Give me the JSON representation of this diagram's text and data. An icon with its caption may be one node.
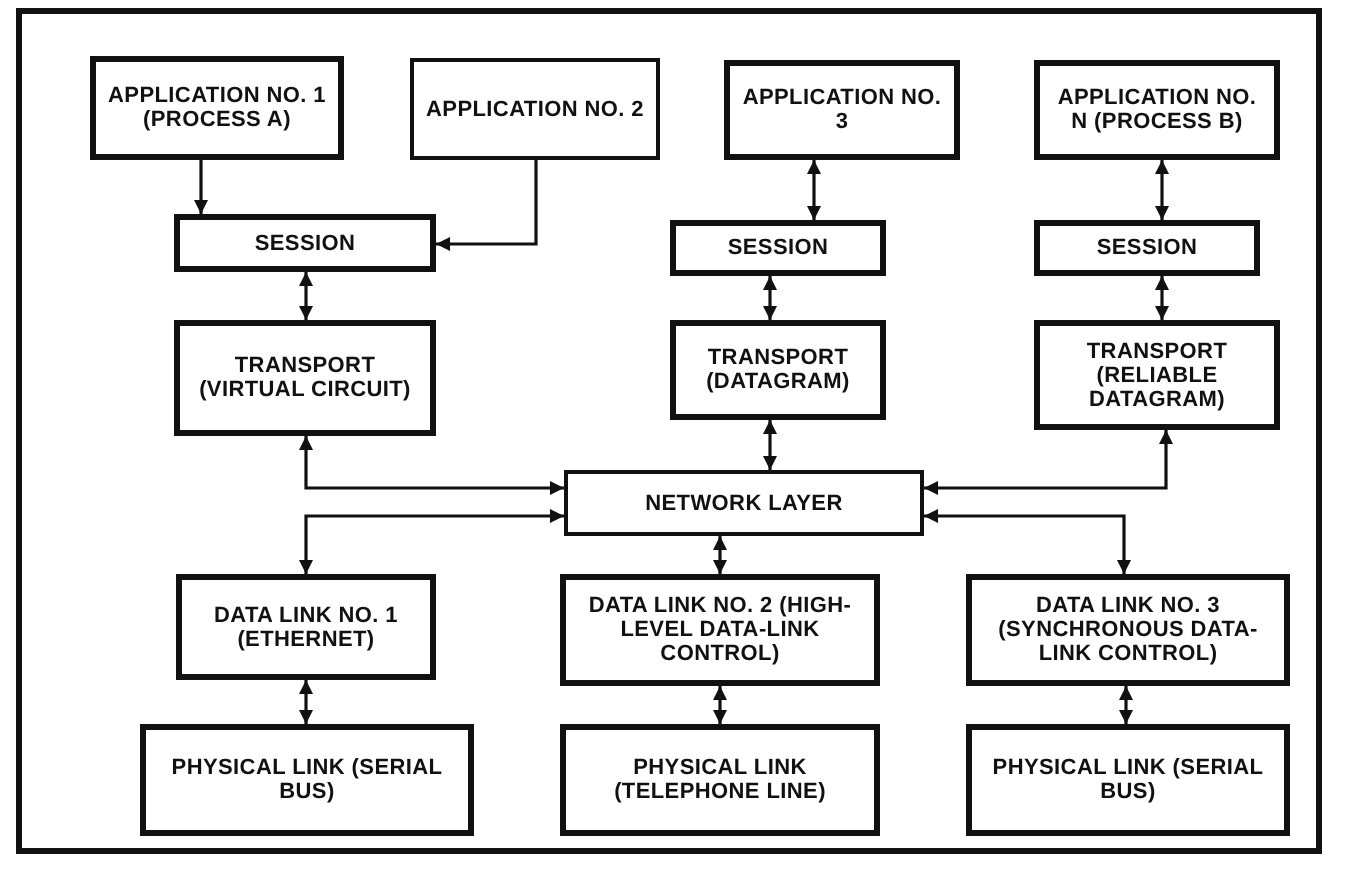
{
  "diagram": {
    "nodes": [
      {
        "text": [
          "APPLICATION NO. 1 (PROCESS A)"
        ]
      },
      {
        "text": [
          "APPLICATION NO. 2"
        ]
      },
      {
        "text": [
          "APPLICATION NO. 3"
        ]
      },
      {
        "text": [
          "APPLICATION NO. N (PROCESS B)"
        ]
      },
      {
        "text": [
          "SESSION"
        ]
      },
      {
        "text": [
          "SESSION"
        ]
      },
      {
        "text": [
          "SESSION"
        ]
      },
      {
        "text": [
          "TRANSPORT (VIRTUAL CIRCUIT)"
        ]
      },
      {
        "text": [
          "TRANSPORT (DATAGRAM)"
        ]
      },
      {
        "text": [
          "TRANSPORT (RELIABLE DATAGRAM)"
        ]
      },
      {
        "text": [
          "NETWORK LAYER"
        ]
      },
      {
        "text": [
          "DATA LINK NO. 1 (ETHERNET)"
        ]
      },
      {
        "text": [
          "DATA LINK NO. 2 (HIGH-LEVEL DATA-LINK CONTROL)"
        ]
      },
      {
        "text": [
          "DATA LINK NO. 3 (SYNCHRONOUS DATA-LINK CONTROL)"
        ]
      },
      {
        "text": [
          "PHYSICAL LINK (SERIAL BUS)"
        ]
      },
      {
        "text": [
          "PHYSICAL LINK (TELEPHONE LINE)"
        ]
      },
      {
        "text": [
          "PHYSICAL LINK (SERIAL BUS)"
        ]
      }
    ],
    "edges": [
      {
        "from": 0,
        "to": 4,
        "arrow": "to"
      },
      {
        "from": 1,
        "to": 4,
        "arrow": "to"
      },
      {
        "from": 2,
        "to": 5,
        "arrow": "both"
      },
      {
        "from": 3,
        "to": 6,
        "arrow": "both"
      },
      {
        "from": 4,
        "to": 7,
        "arrow": "both"
      },
      {
        "from": 5,
        "to": 8,
        "arrow": "both"
      },
      {
        "from": 6,
        "to": 9,
        "arrow": "both"
      },
      {
        "from": 7,
        "to": 10,
        "arrow": "both"
      },
      {
        "from": 8,
        "to": 10,
        "arrow": "both"
      },
      {
        "from": 9,
        "to": 10,
        "arrow": "both"
      },
      {
        "from": 10,
        "to": 11,
        "arrow": "both"
      },
      {
        "from": 10,
        "to": 12,
        "arrow": "both"
      },
      {
        "from": 10,
        "to": 13,
        "arrow": "both"
      },
      {
        "from": 11,
        "to": 14,
        "arrow": "both"
      },
      {
        "from": 12,
        "to": 15,
        "arrow": "both"
      },
      {
        "from": 13,
        "to": 16,
        "arrow": "both"
      }
    ]
  }
}
